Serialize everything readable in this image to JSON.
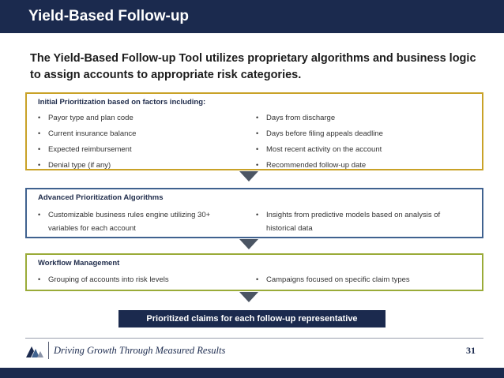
{
  "header": {
    "title": "Yield-Based Follow-up"
  },
  "intro": "The Yield-Based Follow-up Tool utilizes proprietary algorithms and business logic to assign accounts to appropriate risk categories.",
  "sections": [
    {
      "title": "Initial Prioritization based on factors including:",
      "left": [
        "Payor type and plan code",
        "Current insurance balance",
        "Expected reimbursement",
        "Denial type (if any)"
      ],
      "right": [
        "Days from discharge",
        "Days before filing appeals deadline",
        "Most recent activity on the account",
        "Recommended follow-up date"
      ]
    },
    {
      "title": "Advanced Prioritization Algorithms",
      "left": [
        "Customizable business rules engine utilizing 30+ variables for each account"
      ],
      "right": [
        "Insights from predictive models based on analysis of historical data"
      ]
    },
    {
      "title": "Workflow Management",
      "left": [
        "Grouping of accounts into risk levels"
      ],
      "right": [
        "Campaigns focused on specific claim types"
      ]
    }
  ],
  "result": "Prioritized claims for each follow-up representative",
  "footer": {
    "tagline": "Driving Growth Through Measured Results",
    "page": "31"
  },
  "colors": {
    "navy": "#1b2a4e",
    "gold": "#c9a227",
    "blue": "#40628f",
    "green": "#9aab38",
    "arrow": "#4b5563"
  },
  "icons": {
    "logo": "company-logo-icon"
  }
}
